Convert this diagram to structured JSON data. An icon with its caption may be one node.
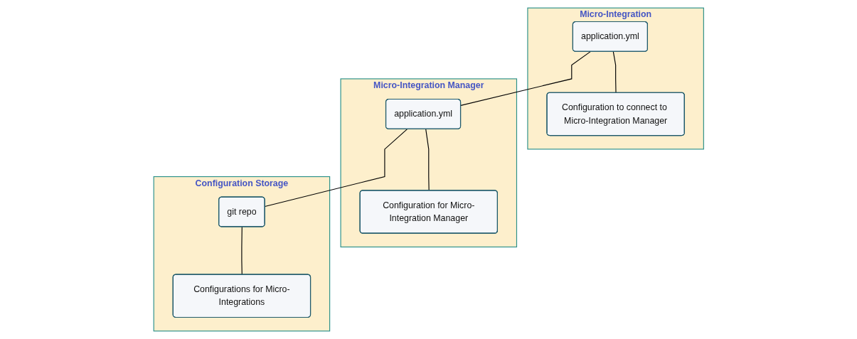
{
  "diagram": {
    "nodes": [
      {
        "text": [
          "Micro-Integration"
        ]
      },
      {
        "text": [
          "application.yml"
        ],
        "in": 0
      },
      {
        "text": [
          "Configuration to connect to Micro-Integration Manager"
        ],
        "in": 0
      },
      {
        "text": [
          "Micro-Integration Manager"
        ]
      },
      {
        "text": [
          "application.yml"
        ],
        "in": 3
      },
      {
        "text": [
          "Configuration for Micro-Integration Manager"
        ],
        "in": 3
      },
      {
        "text": [
          "Configuration Storage"
        ]
      },
      {
        "text": [
          "git repo"
        ],
        "in": 6
      },
      {
        "text": [
          "Configurations for Micro-Integrations"
        ],
        "in": 6
      }
    ],
    "edges": [
      {
        "from": 1,
        "to": 2,
        "arrow": "none"
      },
      {
        "from": 1,
        "to": 4,
        "arrow": "none"
      },
      {
        "from": 4,
        "to": 5,
        "arrow": "none"
      },
      {
        "from": 4,
        "to": 7,
        "arrow": "none"
      },
      {
        "from": 7,
        "to": 8,
        "arrow": "none"
      }
    ]
  }
}
